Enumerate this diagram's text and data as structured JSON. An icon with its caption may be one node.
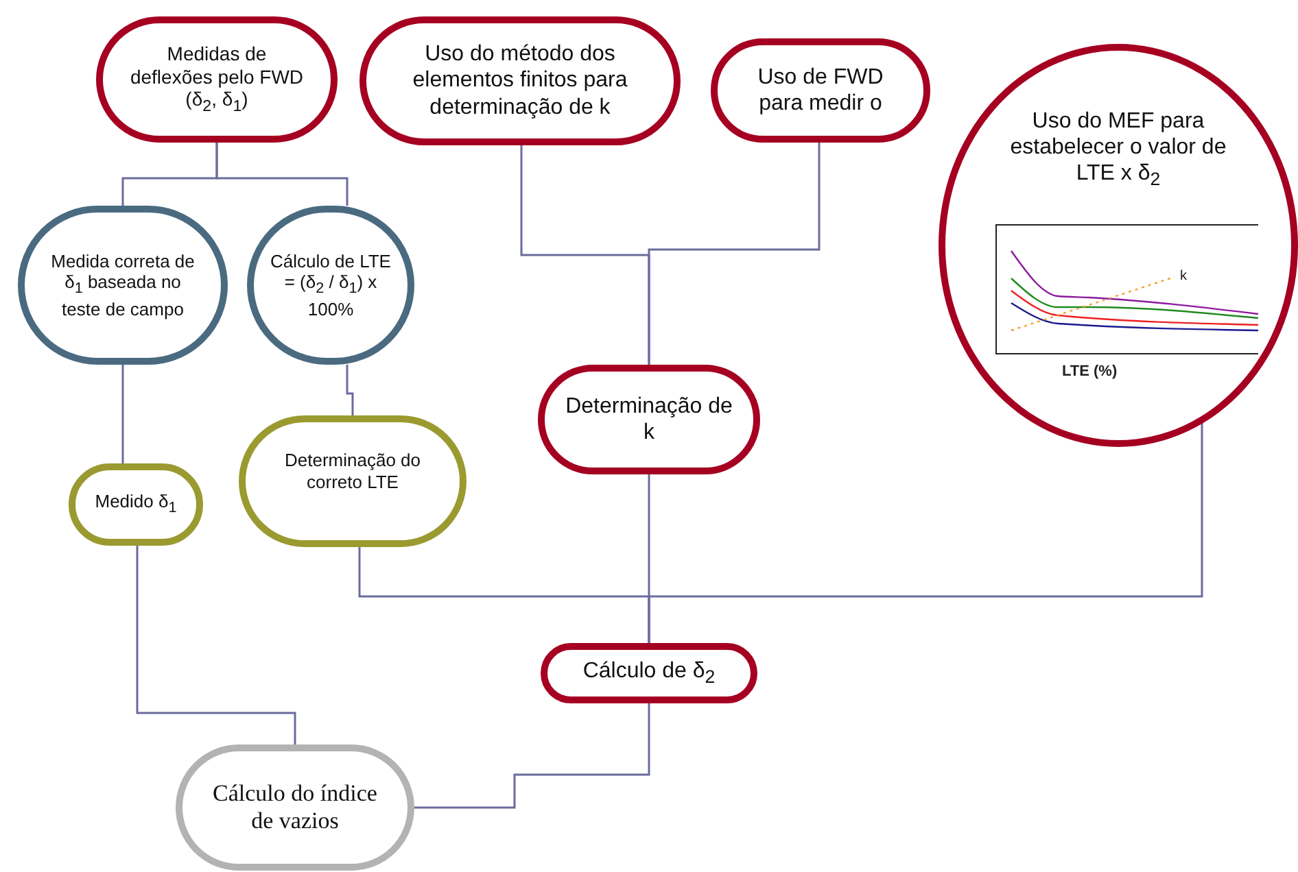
{
  "diagram": {
    "nodes": [
      {
        "text": [
          "Medidas de deflexões pelo FWD (δ$_{2}$, δ$_{1}$)"
        ]
      },
      {
        "text": [
          "Uso do método dos elementos finitos para determinação de k"
        ]
      },
      {
        "text": [
          "Uso de FWD para medir o"
        ]
      },
      {
        "text": [
          "Uso do MEF para estabelecer o valor de LTE x δ$_{2}$"
        ]
      },
      {
        "text": [
          "Medida correta de δ$_{1}$ baseada no teste de campo"
        ]
      },
      {
        "text": [
          "Cálculo de LTE = (δ$_{2}$ / δ$_{1}$) x 100%"
        ]
      },
      {
        "text": [
          "Determinação de k"
        ]
      },
      {
        "text": [
          "Medido δ$_{1}$"
        ]
      },
      {
        "text": [
          "Determinação do correto LTE"
        ]
      },
      {
        "text": [
          "Cálculo de δ$_{2}$"
        ]
      },
      {
        "text": [
          "Cálculo do índice de vazios"
        ]
      }
    ],
    "edges": [
      {
        "from": 0,
        "to": 4,
        "arrow": "none"
      },
      {
        "from": 0,
        "to": 5,
        "arrow": "none"
      },
      {
        "from": 1,
        "to": 6,
        "arrow": "none"
      },
      {
        "from": 2,
        "to": 6,
        "arrow": "none"
      },
      {
        "from": 4,
        "to": 7,
        "arrow": "none"
      },
      {
        "from": 5,
        "to": 8,
        "arrow": "none"
      },
      {
        "from": 6,
        "to": 9,
        "arrow": "none"
      },
      {
        "from": 8,
        "to": 9,
        "arrow": "none"
      },
      {
        "from": 3,
        "to": 9,
        "arrow": "none"
      },
      {
        "from": 7,
        "to": 10,
        "arrow": "none"
      },
      {
        "from": 9,
        "to": 10,
        "arrow": "none"
      }
    ],
    "labels": [
      "k",
      "LTE (%)"
    ]
  }
}
